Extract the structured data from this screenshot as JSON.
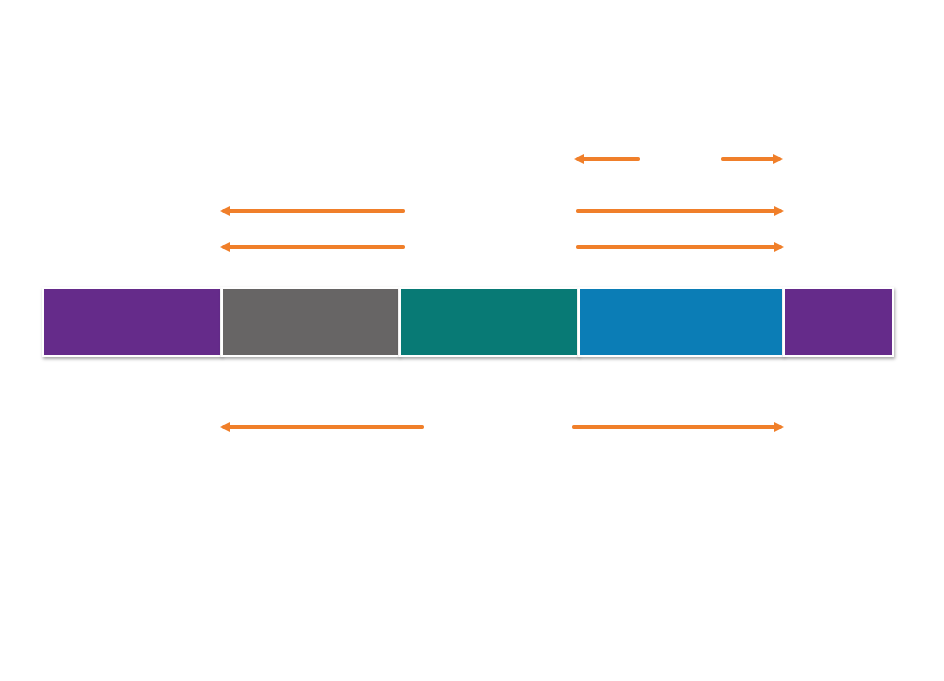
{
  "diagram": {
    "segments": [
      {
        "id": "seg1",
        "color": "#652b8a"
      },
      {
        "id": "seg2",
        "color": "#676565"
      },
      {
        "id": "seg3",
        "color": "#087a75"
      },
      {
        "id": "seg4",
        "color": "#0b7db6"
      },
      {
        "id": "seg5",
        "color": "#652b8a"
      }
    ],
    "arrow_color": "#f07f2a",
    "arrows": [
      {
        "name": "arrow-short-left",
        "direction": "left"
      },
      {
        "name": "arrow-short-right",
        "direction": "right"
      },
      {
        "name": "arrow-upper-left-1",
        "direction": "left"
      },
      {
        "name": "arrow-upper-right-1",
        "direction": "right"
      },
      {
        "name": "arrow-upper-left-2",
        "direction": "left"
      },
      {
        "name": "arrow-upper-right-2",
        "direction": "right"
      },
      {
        "name": "arrow-lower-left",
        "direction": "left"
      },
      {
        "name": "arrow-lower-right",
        "direction": "right"
      }
    ]
  }
}
